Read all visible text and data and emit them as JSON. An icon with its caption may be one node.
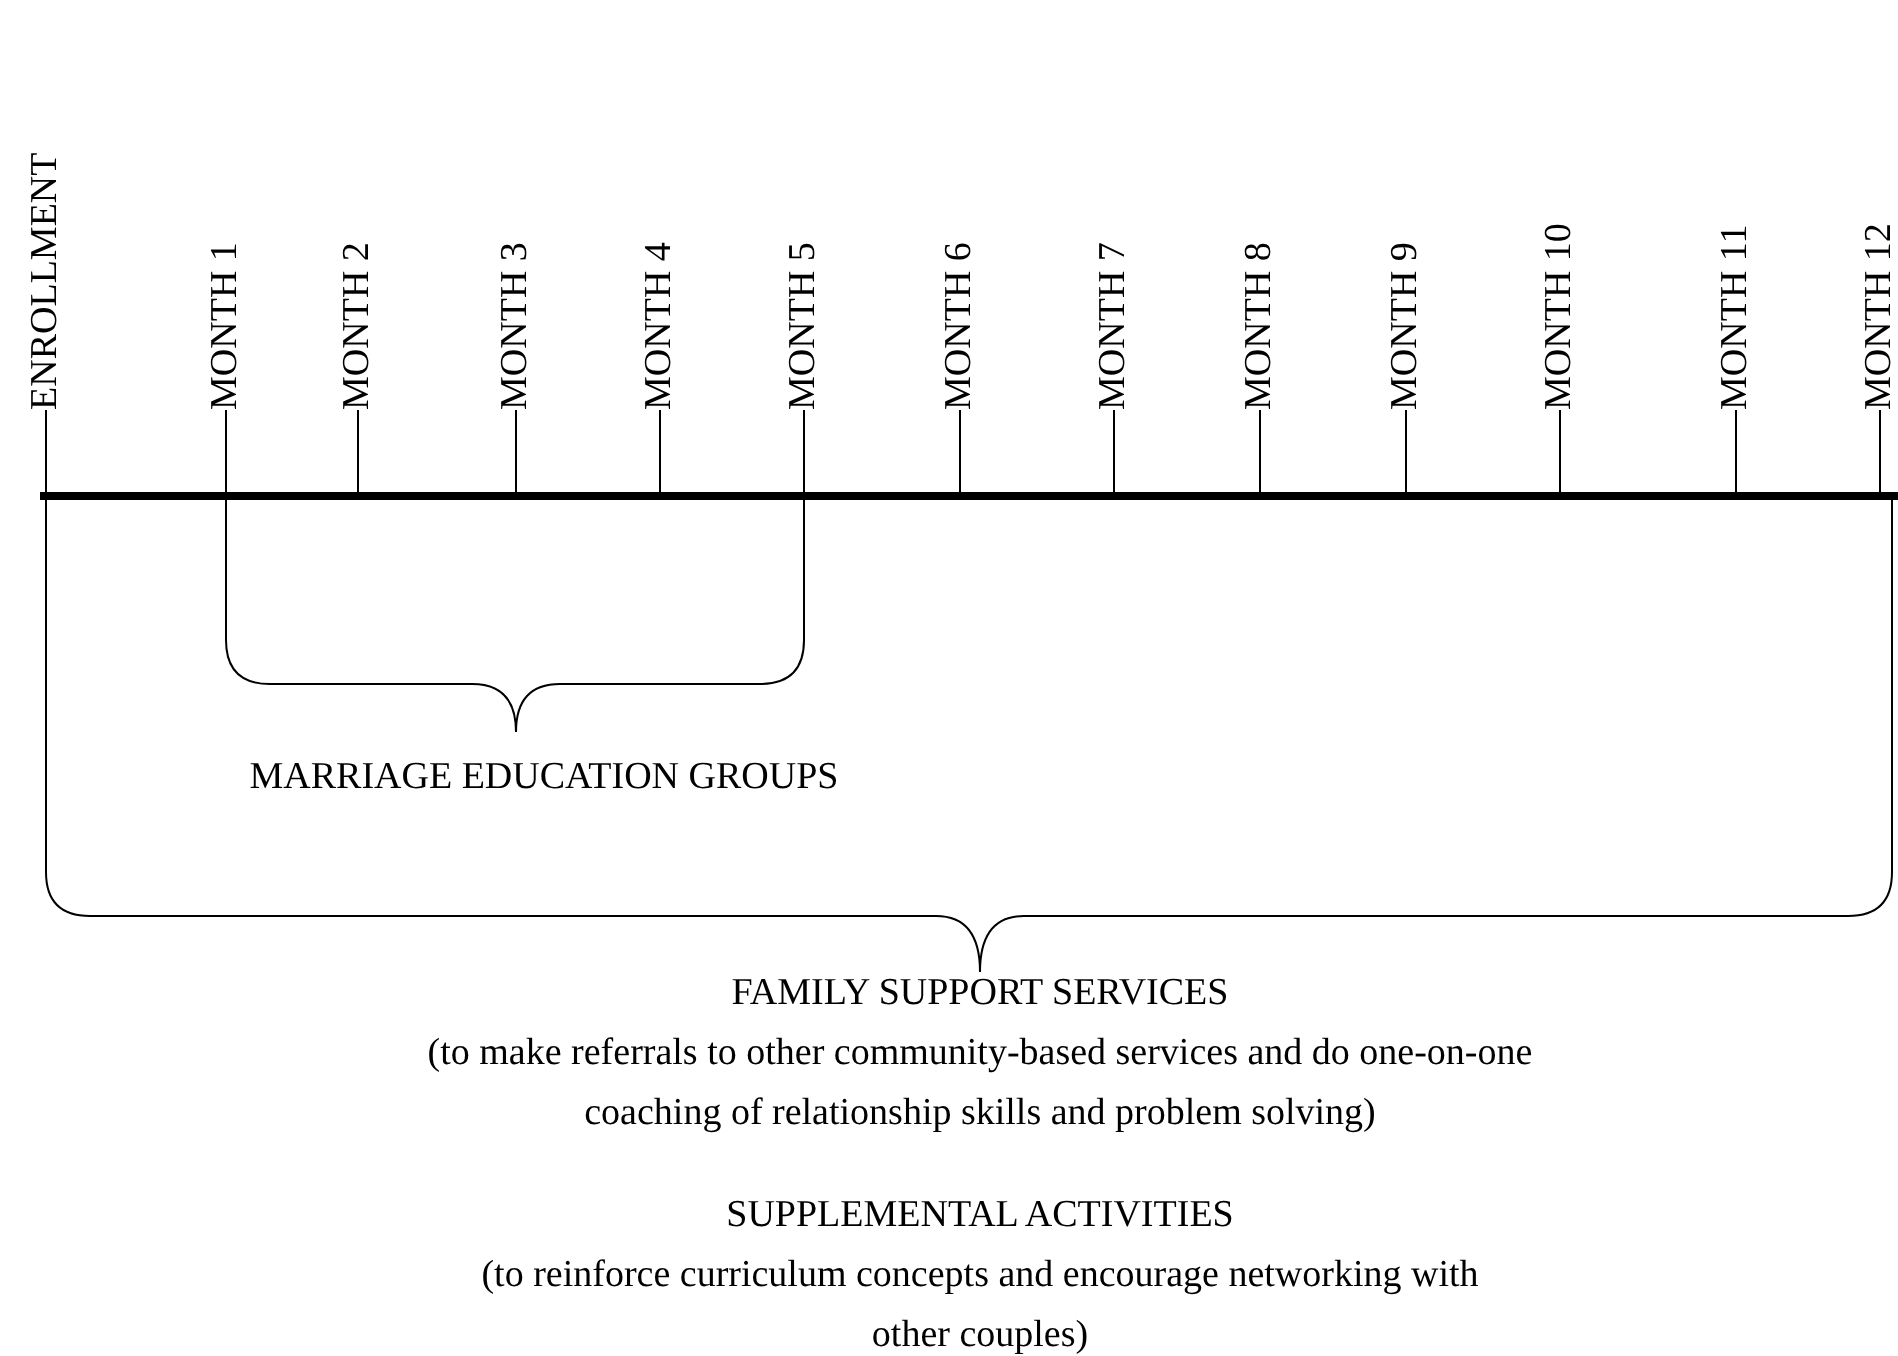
{
  "diagram": {
    "labels": [
      "ENROLLMENT",
      "MONTH 1",
      "MONTH 2",
      "MONTH 3",
      "MONTH 4",
      "MONTH 5",
      "MONTH 6",
      "MONTH 7",
      "MONTH 8",
      "MONTH 9",
      "MONTH 10",
      "MONTH 11",
      "MONTH 12",
      "MARRIAGE EDUCATION GROUPS",
      "FAMILY SUPPORT SERVICES",
      "(to make referrals to other community-based services and do one-on-one coaching of relationship skills and problem solving)",
      "SUPPLEMENTAL ACTIVITIES",
      "(to reinforce curriculum concepts and encourage networking with other couples)"
    ]
  }
}
